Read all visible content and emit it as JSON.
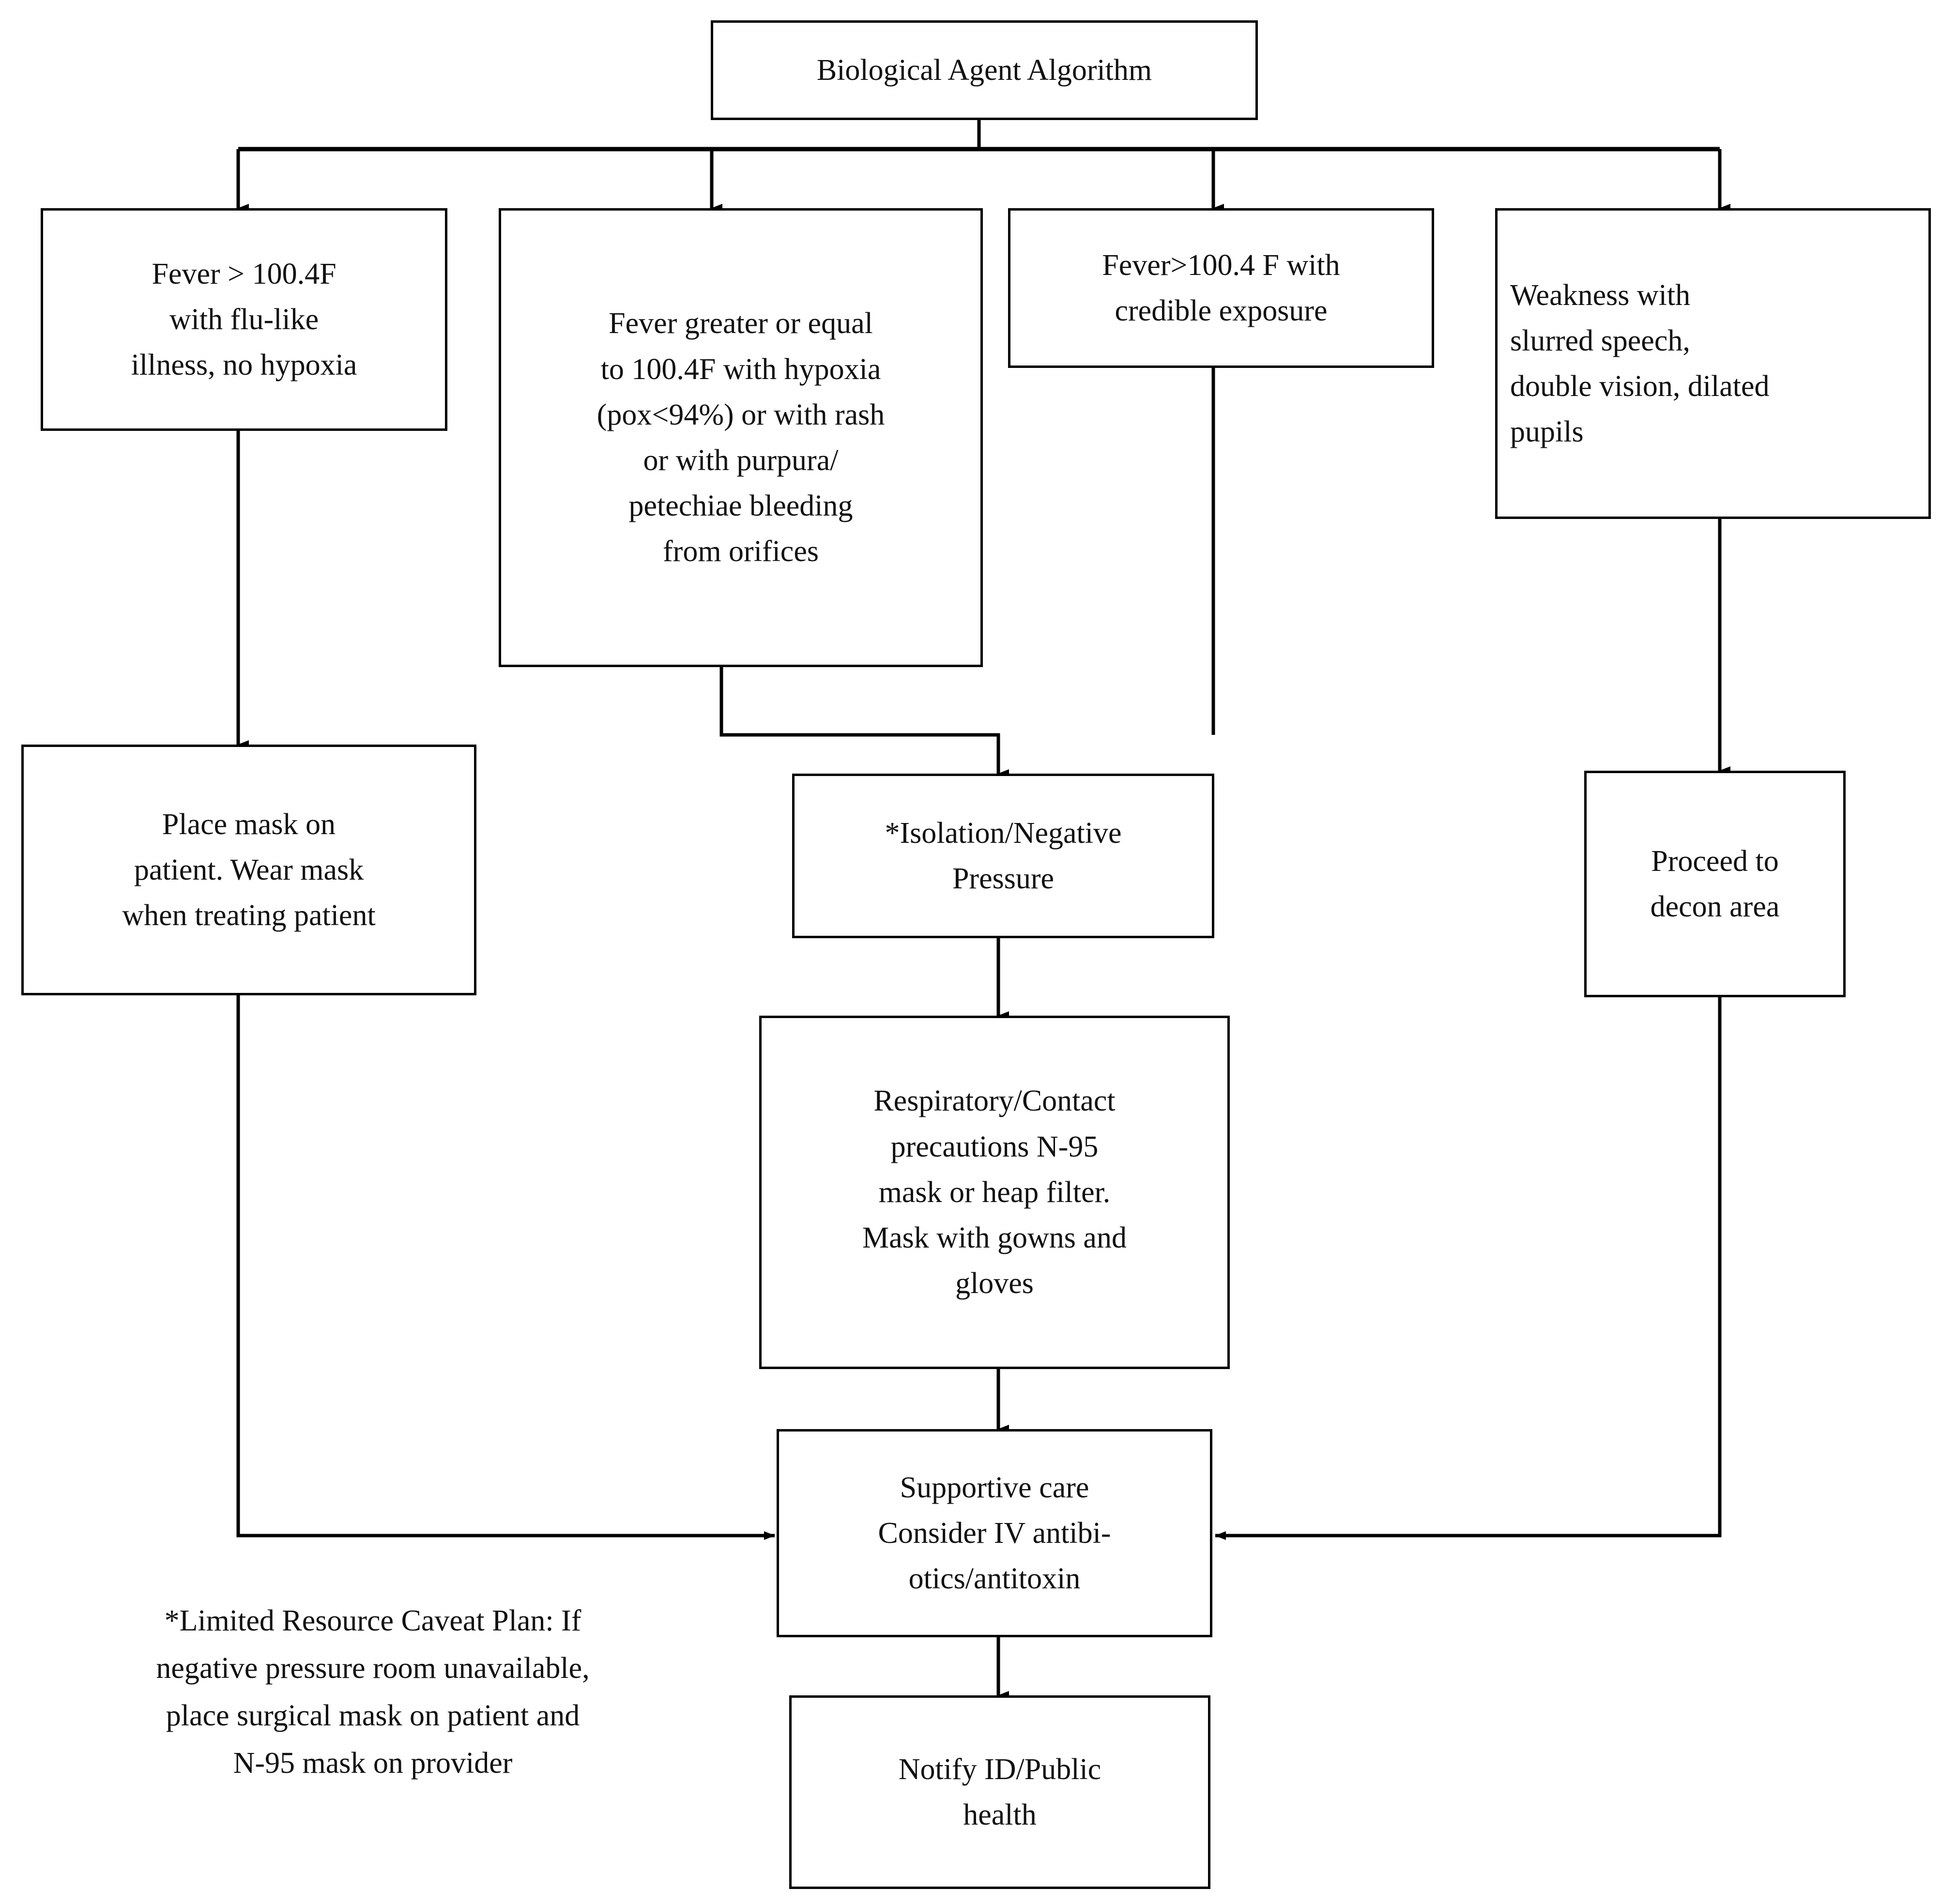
{
  "diagram": {
    "type": "flowchart",
    "title": "Biological Agent Algorithm",
    "background_color": "#ffffff",
    "line_color": "#000000",
    "text_color": "#111111"
  },
  "nodes": {
    "root": {
      "id": "root",
      "label": "Biological Agent Algorithm"
    },
    "branch1": {
      "id": "branch1",
      "label": "Fever > 100.4F\nwith flu-like\nillness, no hypoxia"
    },
    "branch2": {
      "id": "branch2",
      "label": "Fever greater or equal\nto 100.4F with hypoxia\n(pox<94%) or with rash\nor with purpura/\npetechiae bleeding\nfrom orifices"
    },
    "branch3": {
      "id": "branch3",
      "label": "Fever>100.4 F with\ncredible exposure"
    },
    "branch4": {
      "id": "branch4",
      "label": "Weakness           with\nslurred speech,\ndouble vision, dilated\npupils"
    },
    "mask": {
      "id": "mask",
      "label": "Place mask on\npatient. Wear mask\nwhen treating patient"
    },
    "isolation": {
      "id": "isolation",
      "label": "*Isolation/Negative\nPressure"
    },
    "decon": {
      "id": "decon",
      "label": "Proceed to\ndecon area"
    },
    "precautions": {
      "id": "precautions",
      "label": "Respiratory/Contact\nprecautions N-95\nmask or heap filter.\nMask with gowns and\ngloves"
    },
    "supportive": {
      "id": "supportive",
      "label": "Supportive care\nConsider IV antibi-\notics/antitoxin"
    },
    "notify": {
      "id": "notify",
      "label": "Notify ID/Public\nhealth"
    }
  },
  "footnote": {
    "label": "*Limited Resource Caveat Plan: If\nnegative pressure room unavailable,\nplace surgical mask on patient and\nN-95 mask on provider"
  },
  "edges": [
    {
      "from": "root",
      "to": "branch1",
      "style": "elbow-arrow"
    },
    {
      "from": "root",
      "to": "branch2",
      "style": "elbow-arrow"
    },
    {
      "from": "root",
      "to": "branch3",
      "style": "elbow-arrow"
    },
    {
      "from": "root",
      "to": "branch4",
      "style": "elbow-arrow"
    },
    {
      "from": "branch1",
      "to": "mask",
      "style": "straight-arrow"
    },
    {
      "from": "branch2",
      "to": "isolation",
      "style": "elbow-arrow"
    },
    {
      "from": "branch3",
      "to": "isolation",
      "style": "elbow-arrow"
    },
    {
      "from": "branch4",
      "to": "decon",
      "style": "straight-arrow"
    },
    {
      "from": "isolation",
      "to": "precautions",
      "style": "straight-arrow"
    },
    {
      "from": "precautions",
      "to": "supportive",
      "style": "straight-arrow"
    },
    {
      "from": "mask",
      "to": "supportive",
      "style": "elbow-arrow"
    },
    {
      "from": "decon",
      "to": "supportive",
      "style": "elbow-arrow"
    },
    {
      "from": "supportive",
      "to": "notify",
      "style": "straight-arrow"
    }
  ]
}
